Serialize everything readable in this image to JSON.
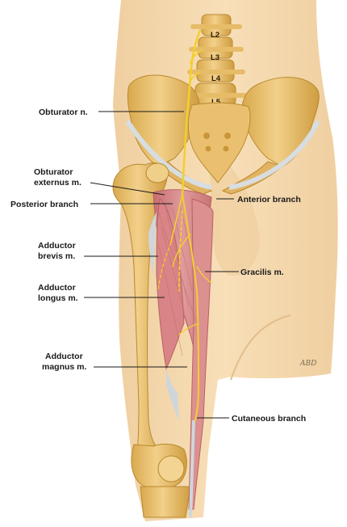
{
  "vertebrae": [
    "L2",
    "L3",
    "L4",
    "L5"
  ],
  "labels": {
    "obturator_n": "Obturator n.",
    "obturator_externus_1": "Obturator",
    "obturator_externus_2": "externus m.",
    "posterior_branch": "Posterior branch",
    "anterior_branch": "Anterior branch",
    "adductor_brevis_1": "Adductor",
    "adductor_brevis_2": "brevis m.",
    "gracilis": "Gracilis m.",
    "adductor_longus_1": "Adductor",
    "adductor_longus_2": "longus m.",
    "adductor_magnus_1": "Adductor",
    "adductor_magnus_2": "magnus m.",
    "cutaneous_branch": "Cutaneous branch"
  },
  "signature": "ABD",
  "colors": {
    "skin": "#f6d9b0",
    "skin_shade": "#ebc592",
    "bone": "#efc874",
    "bone_shade": "#c99a3c",
    "muscle": "#d88a8a",
    "muscle_dark": "#c06868",
    "nerve": "#f6d63c",
    "tendon": "#d6dde2"
  }
}
